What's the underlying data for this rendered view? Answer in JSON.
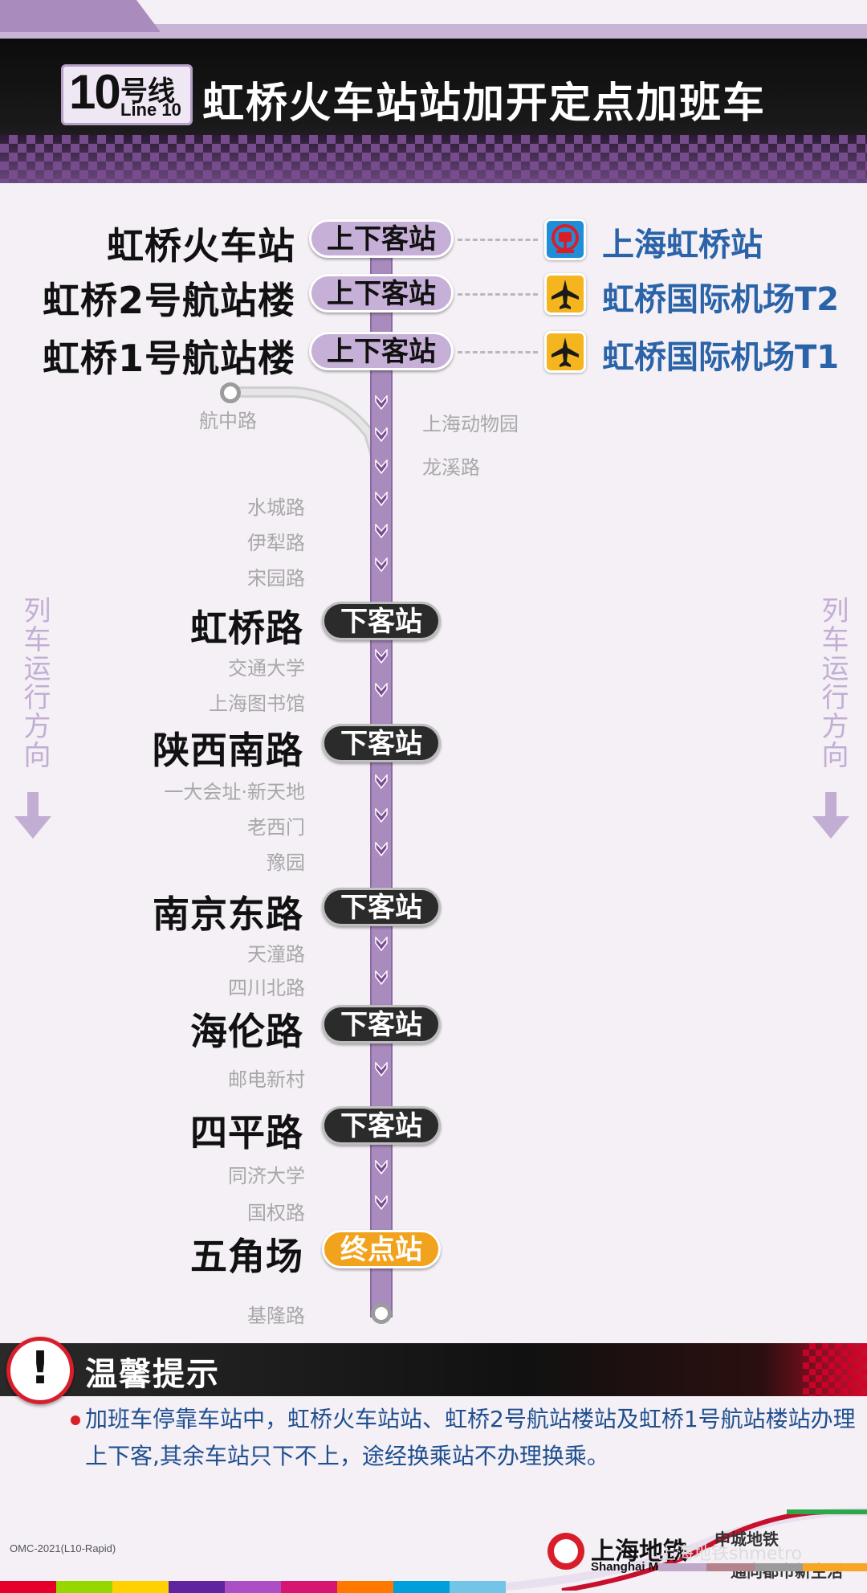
{
  "header": {
    "line_number": "10",
    "line_cn": "号线",
    "line_en": "Line 10",
    "title": "虹桥火车站站加开定点加班车"
  },
  "stations": {
    "hongqiao_railway": "虹桥火车站",
    "hongqiao_t2": "虹桥2号航站楼",
    "hongqiao_t1": "虹桥1号航站楼",
    "hangzhong": "航中路",
    "shanghai_zoo": "上海动物园",
    "longxi": "龙溪路",
    "shuicheng": "水城路",
    "yili": "伊犁路",
    "songyuan": "宋园路",
    "hongqiao_rd": "虹桥路",
    "jiaotong_univ": "交通大学",
    "shanghai_library": "上海图书馆",
    "shaanxi_south": "陕西南路",
    "xintiandi": "一大会址·新天地",
    "laoximen": "老西门",
    "yuyuan": "豫园",
    "nanjing_east": "南京东路",
    "tiantong": "天潼路",
    "sichuan_north": "四川北路",
    "hailun": "海伦路",
    "youdian": "邮电新村",
    "siping": "四平路",
    "tongji": "同济大学",
    "guoquan": "国权路",
    "wujiaochang": "五角场",
    "jilong": "基隆路"
  },
  "labels": {
    "board_alight": "上下客站",
    "alight_only": "下客站",
    "terminal": "终点站"
  },
  "connections": {
    "railway": "上海虹桥站",
    "airport_t2": "虹桥国际机场T2",
    "airport_t1": "虹桥国际机场T1"
  },
  "direction_label": "列车运行方向",
  "notice": {
    "title": "温馨提示",
    "text": "加班车停靠车站中，虹桥火车站站、虹桥2号航站楼站及虹桥1号航站楼站办理上下客,其余车站只下不上，途经换乘站不办理换乘。"
  },
  "footer": {
    "code": "OMC-2021(L10-Rapid)",
    "brand_cn": "上海地铁",
    "brand_en": "Shanghai Metro",
    "watermark": "上海地铁shmetro",
    "slogan1": "申城地铁",
    "slogan2": "通向都市新生活"
  },
  "colors": {
    "line10": "#a98bbd",
    "alight_pill": "#2b2b2b",
    "terminal_pill": "#f2a31d",
    "connection_text": "#2a63a8",
    "notice_text": "#1f4f8f"
  }
}
